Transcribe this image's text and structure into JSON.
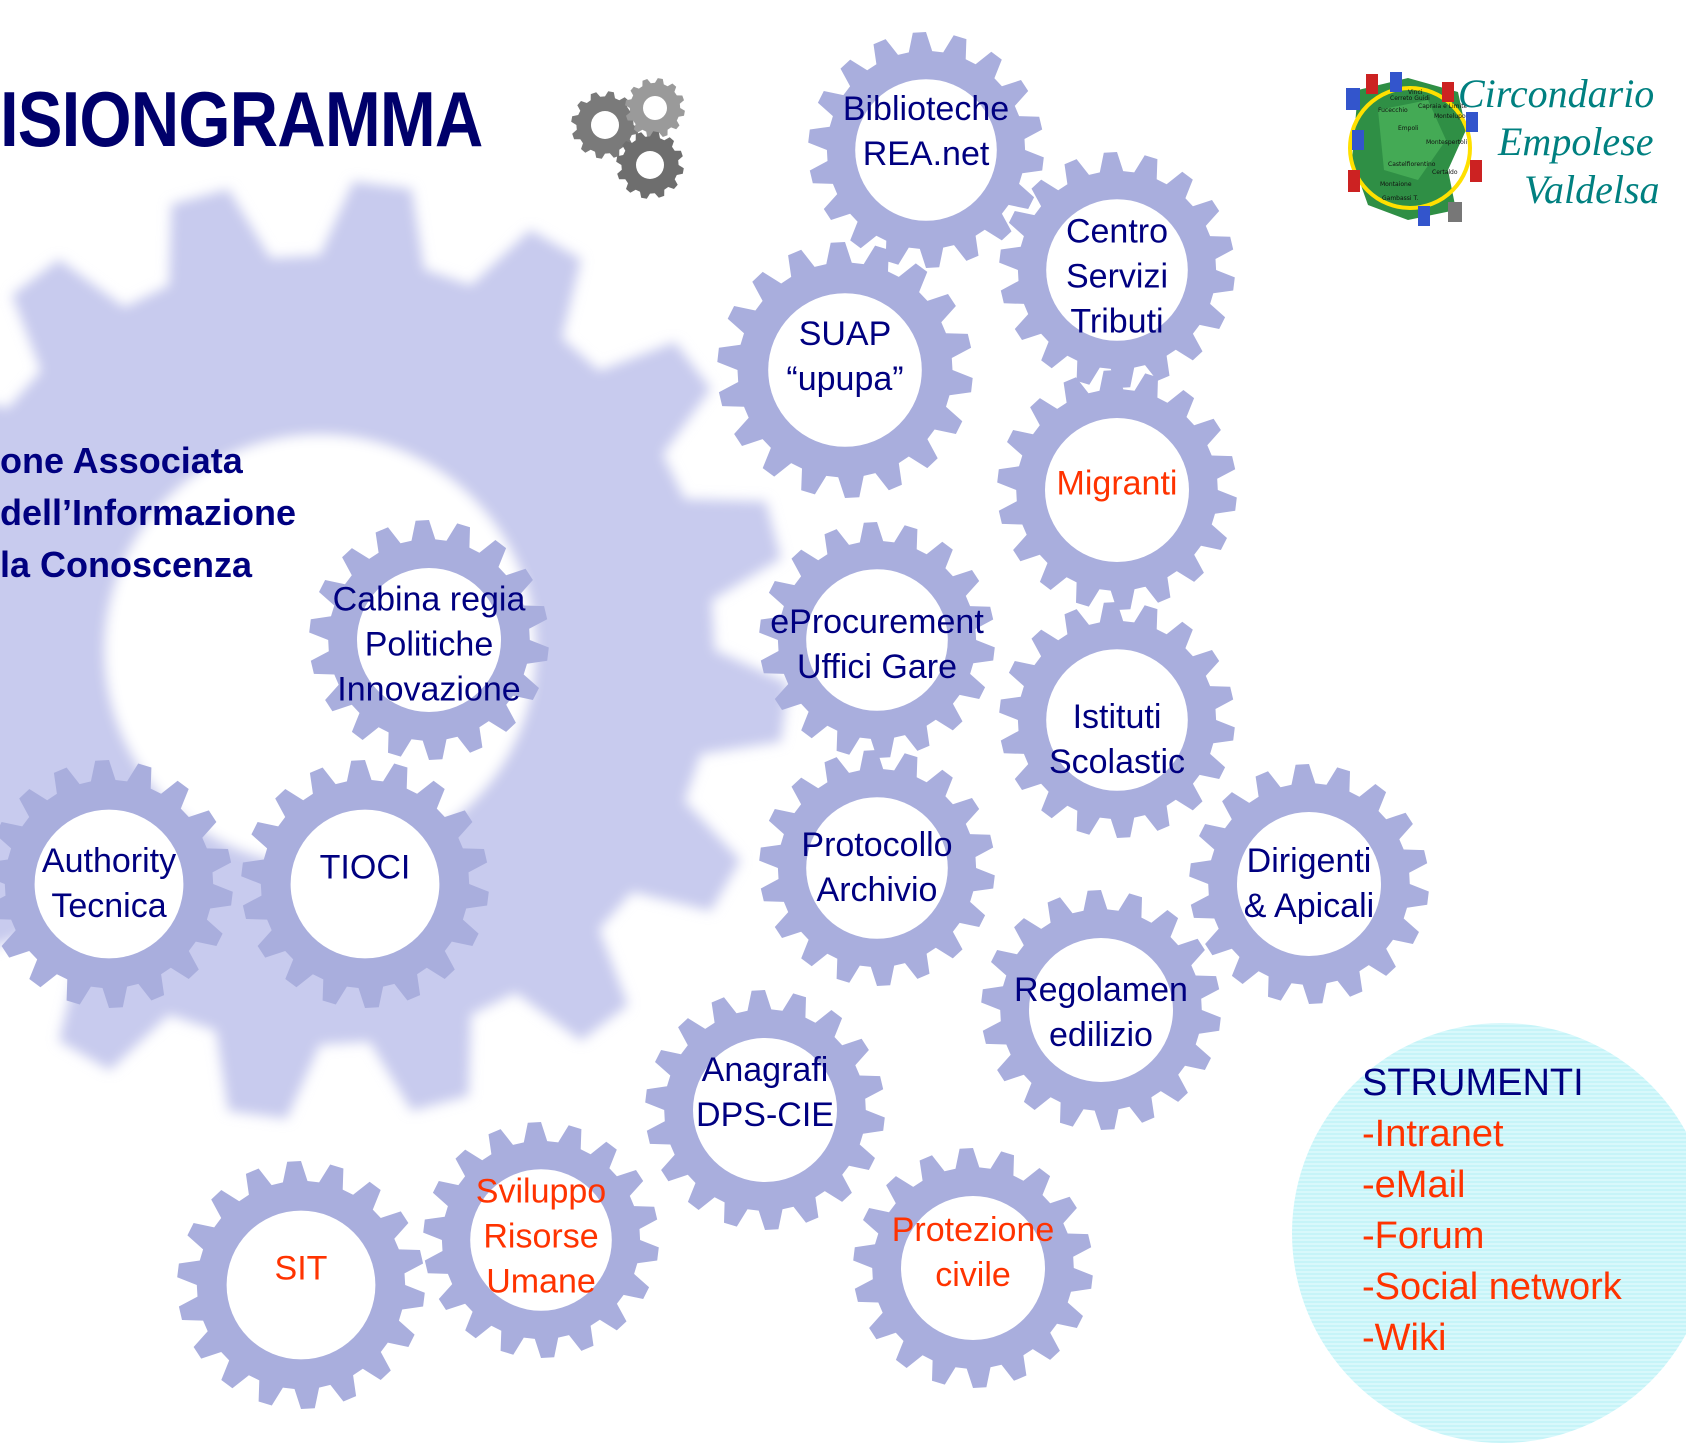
{
  "title": "ISIONGRAMMA",
  "main_label": [
    "one Associata",
    "dell’Informazione",
    "la Conoscenza"
  ],
  "logo": {
    "lines": [
      "Circondario",
      "Empolese",
      "Valdelsa"
    ],
    "map_labels": [
      "Cerreto Guidi",
      "Capraia e Limite",
      "Fucecchio",
      "Vinci",
      "Montelupo",
      "Empoli",
      "Montespertoli",
      "Castelfiorentino",
      "Certaldo",
      "Montaione",
      "Gambassi T."
    ]
  },
  "gears": [
    {
      "id": "biblioteche",
      "lines": [
        "Biblioteche",
        "REA.net"
      ],
      "color": "#000080"
    },
    {
      "id": "centro-servizi",
      "lines": [
        "Centro",
        "Servizi",
        "Tributi"
      ],
      "color": "#000080"
    },
    {
      "id": "suap",
      "lines": [
        "SUAP",
        "“upupa”"
      ],
      "color": "#000080"
    },
    {
      "id": "migranti",
      "lines": [
        "Migranti"
      ],
      "color": "#ff3300"
    },
    {
      "id": "cabina-regia",
      "lines": [
        "Cabina regia",
        "Politiche",
        "Innovazione"
      ],
      "color": "#000080"
    },
    {
      "id": "eprocurement",
      "lines": [
        "eProcurement",
        "Uffici Gare"
      ],
      "color": "#000080"
    },
    {
      "id": "istituti",
      "lines": [
        "Istituti",
        "Scolastic"
      ],
      "color": "#000080"
    },
    {
      "id": "authority",
      "lines": [
        "Authority",
        "Tecnica"
      ],
      "color": "#000080"
    },
    {
      "id": "tioci",
      "lines": [
        "TIOCI"
      ],
      "color": "#000080"
    },
    {
      "id": "protocollo",
      "lines": [
        "Protocollo",
        "Archivio"
      ],
      "color": "#000080"
    },
    {
      "id": "dirigenti",
      "lines": [
        "Dirigenti",
        "& Apicali"
      ],
      "color": "#000080"
    },
    {
      "id": "regolamento",
      "lines": [
        "Regolamen",
        "edilizio"
      ],
      "color": "#000080"
    },
    {
      "id": "anagrafi",
      "lines": [
        "Anagrafi",
        "DPS-CIE"
      ],
      "color": "#000080"
    },
    {
      "id": "sviluppo",
      "lines": [
        "Sviluppo",
        "Risorse",
        "Umane"
      ],
      "color": "#ff3300"
    },
    {
      "id": "sit",
      "lines": [
        "SIT"
      ],
      "color": "#ff3300"
    },
    {
      "id": "protezione",
      "lines": [
        "Protezione",
        "civile"
      ],
      "color": "#ff3300"
    }
  ],
  "tools": {
    "title": "STRUMENTI",
    "items": [
      "-Intranet",
      "-eMail",
      "-Forum",
      "-Social network",
      "-Wiki"
    ]
  },
  "colors": {
    "navy": "#000080",
    "orange": "#ff3300",
    "gear_blue": "#a9aedd",
    "teal": "#008080",
    "tools_bg": "#c6f4f8"
  }
}
